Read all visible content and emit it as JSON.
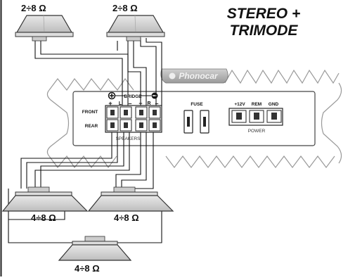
{
  "title": {
    "line1": "STEREO +",
    "line2": "TRIMODE"
  },
  "brand": "Phonocar",
  "speakers": {
    "top_left": "2÷8 Ω",
    "top_right": "2÷8 Ω",
    "bottom_left": "4÷8 Ω",
    "bottom_right": "4÷8 Ω",
    "bottom_center": "4÷8 Ω"
  },
  "amplifier": {
    "bridge_label": "BRIDGE",
    "left_channel": "L",
    "right_channel": "R",
    "plus": "+",
    "minus": "–",
    "front_label": "FRONT",
    "rear_label": "REAR",
    "speakers_label": "SPEAKERS",
    "fuse_label": "FUSE",
    "power_label": "POWER",
    "power_terminals": [
      "+12V",
      "REM",
      "GND"
    ]
  }
}
